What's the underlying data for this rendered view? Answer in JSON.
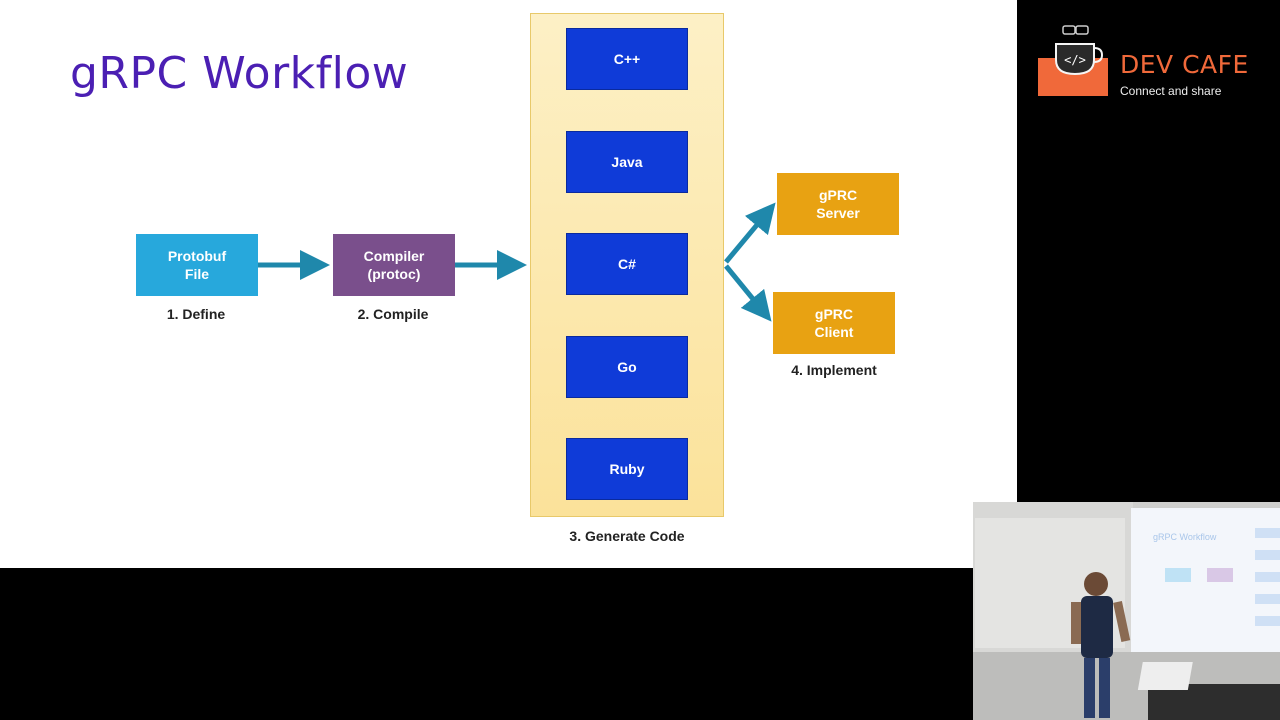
{
  "slide": {
    "title": "gRPC Workflow",
    "nodes": {
      "protobuf": "Protobuf\nFile",
      "compiler": "Compiler\n(protoc)",
      "languages": [
        "C++",
        "Java",
        "C#",
        "Go",
        "Ruby"
      ],
      "server": "gPRC\nServer",
      "client": "gPRC\nClient"
    },
    "steps": {
      "define": "1. Define",
      "compile": "2. Compile",
      "generate": "3. Generate Code",
      "implement": "4. Implement"
    }
  },
  "brand": {
    "name": "DEV CAFE",
    "tagline": "Connect and share"
  },
  "camera": {
    "screen_title": "gRPC Workflow"
  },
  "colors": {
    "title": "#4b1fb3",
    "protobuf": "#27a8dc",
    "compiler": "#7a4f8c",
    "language_box": "#0f3bd8",
    "implement_box": "#e8a212",
    "arrow": "#1f88ab",
    "brand": "#f0693a"
  }
}
